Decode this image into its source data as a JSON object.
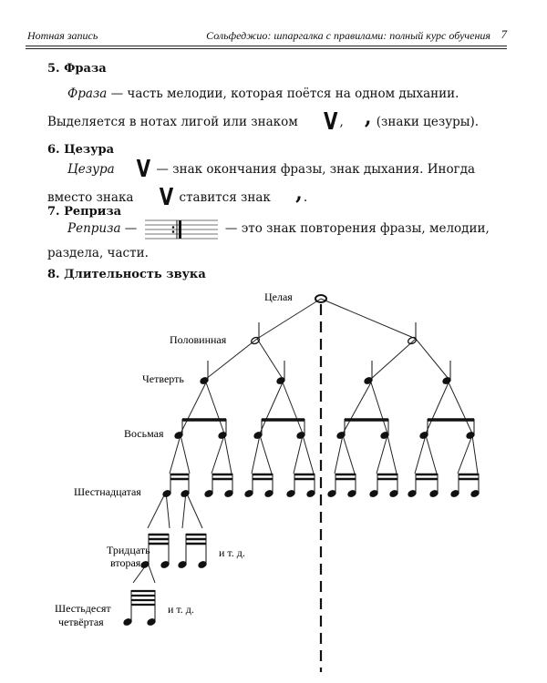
{
  "header": {
    "left": "Нотная запись",
    "right": "Сольфеджио: шпаргалка с правилами: полный курс обучения",
    "page": "7"
  },
  "sections": {
    "phrase": {
      "title": "5. Фраза",
      "term": "Фраза",
      "text_a": " — часть мелодии, которая поётся на одном дыхании. Выделяется в нотах лигой или знаком ",
      "text_b": " (знаки цезуры)."
    },
    "caesura": {
      "title": "6. Цезура",
      "term": "Цезура",
      "text_a": " — знак окончания фразы, знак дыхания. Иногда вместо знака ",
      "text_b": " ставится знак ",
      "text_c": "."
    },
    "reprise": {
      "title": "7. Реприза",
      "term": "Реприза",
      "text_a": " — ",
      "text_b": " — это знак повторения фразы, мелодии, раздела, части."
    },
    "duration": {
      "title": "8. Длительность звука"
    }
  },
  "symbols": {
    "caesura": "V",
    "breath_comma": ","
  },
  "tree": {
    "labels": {
      "whole": "Целая",
      "half": "Половинная",
      "quarter": "Четверть",
      "eighth": "Восьмая",
      "sixteenth": "Шестнадцатая",
      "thirty_second_1": "Тридцать",
      "thirty_second_2": "вторая",
      "sixty_fourth_1": "Шестьдесят",
      "sixty_fourth_2": "четвёртая",
      "etc": "и т. д."
    }
  }
}
